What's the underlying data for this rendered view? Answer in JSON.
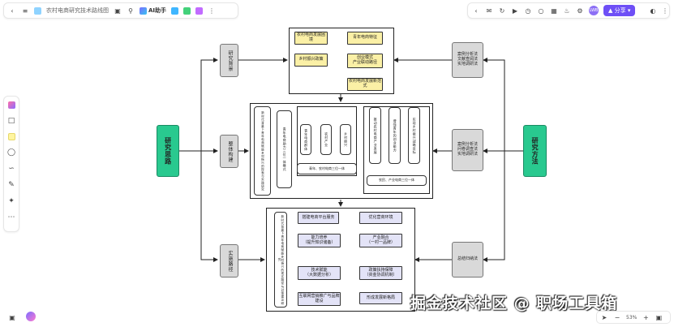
{
  "toolbar": {
    "title": "农村电商研究技术路线图",
    "ai_label": "AI助手",
    "share_label": "分享",
    "avatar_text": "LWB"
  },
  "zoom": {
    "value": "53%"
  },
  "watermark": "掘金技术社区 @ 职场工具箱",
  "diagram": {
    "left_main": "研究思路",
    "right_main": "研究方法",
    "left_steps": [
      "研究背景",
      "整体构建",
      "实施路径"
    ],
    "right_methods": [
      "案例分析法\n文献查阅法\n实地调研法",
      "案例分析法\n问卷调查法\n实地调研法",
      "总结归纳法"
    ],
    "top_yellow": [
      "农村电商发展困境",
      "青年电商特征",
      "乡村振兴政策",
      "创业模式\n产业联动路径",
      "农村电商发展新范式"
    ],
    "mid_left_vertical": "新时代背景下青年电商赋能乡村振兴的探索与实践研究",
    "mid_second_vertical": "青年电商助力三位一体模式",
    "mid_small": [
      "青年电商群体",
      "农村产业",
      "乡村振兴"
    ],
    "mid_caption1": "青年、农村电商三位一体",
    "mid_right_vertical": [
      "推动农村电商产业发展",
      "增强青年的创业能力",
      "实现乡村振兴战略目标"
    ],
    "mid_caption2": "农民、产业电商三位一体",
    "bottom_vertical": "新时代背景下青年电商赋能乡村振兴的现实路径与对策建议研究",
    "bottom_lav": [
      "搭建电商平台服务",
      "优化营商环境",
      "能力培养\n（提升知识储备）",
      "产业融合\n（一村一品牌）",
      "技术赋能\n（大数据分析）",
      "政策扶持保障\n（资金协调机制）",
      "互联网营销推广与品牌建设",
      "形成发展新格局"
    ]
  }
}
